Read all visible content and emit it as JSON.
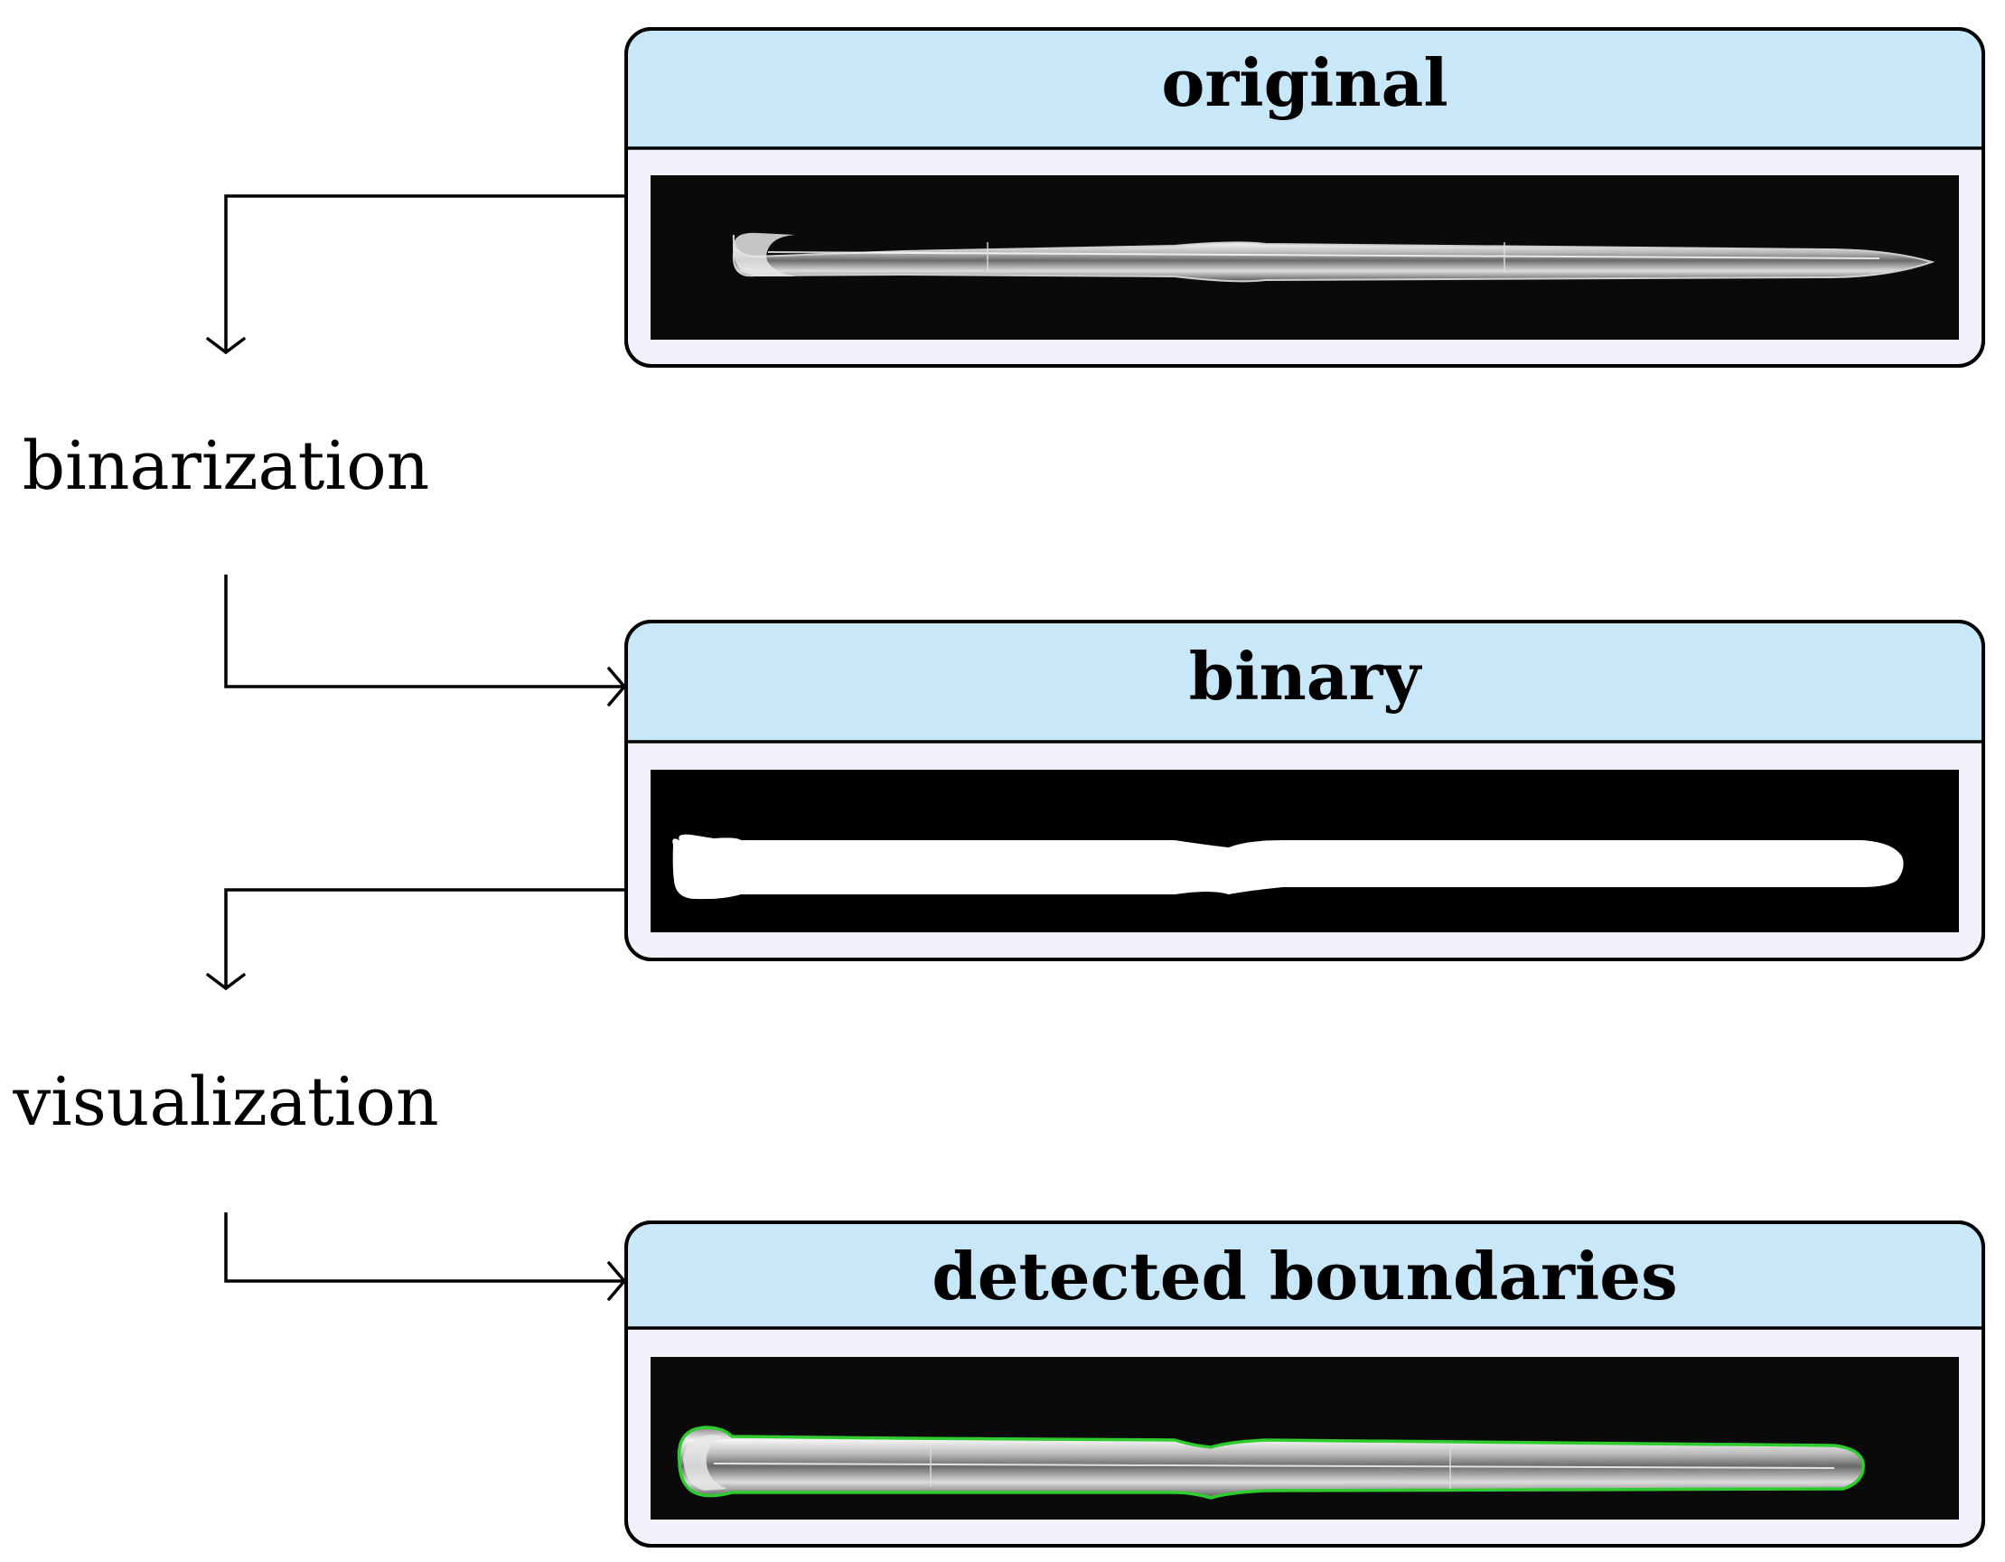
{
  "panels": {
    "original": {
      "title": "original"
    },
    "binary": {
      "title": "binary"
    },
    "detected": {
      "title": "detected boundaries"
    }
  },
  "steps": {
    "binarization": "binarization",
    "visualization": "visualization"
  },
  "colors": {
    "header_fill": "#c8e8fa",
    "panel_fill": "#f1f1fb",
    "boundary_outline": "#2ecc2e",
    "image_background": "#0a0a0a"
  }
}
